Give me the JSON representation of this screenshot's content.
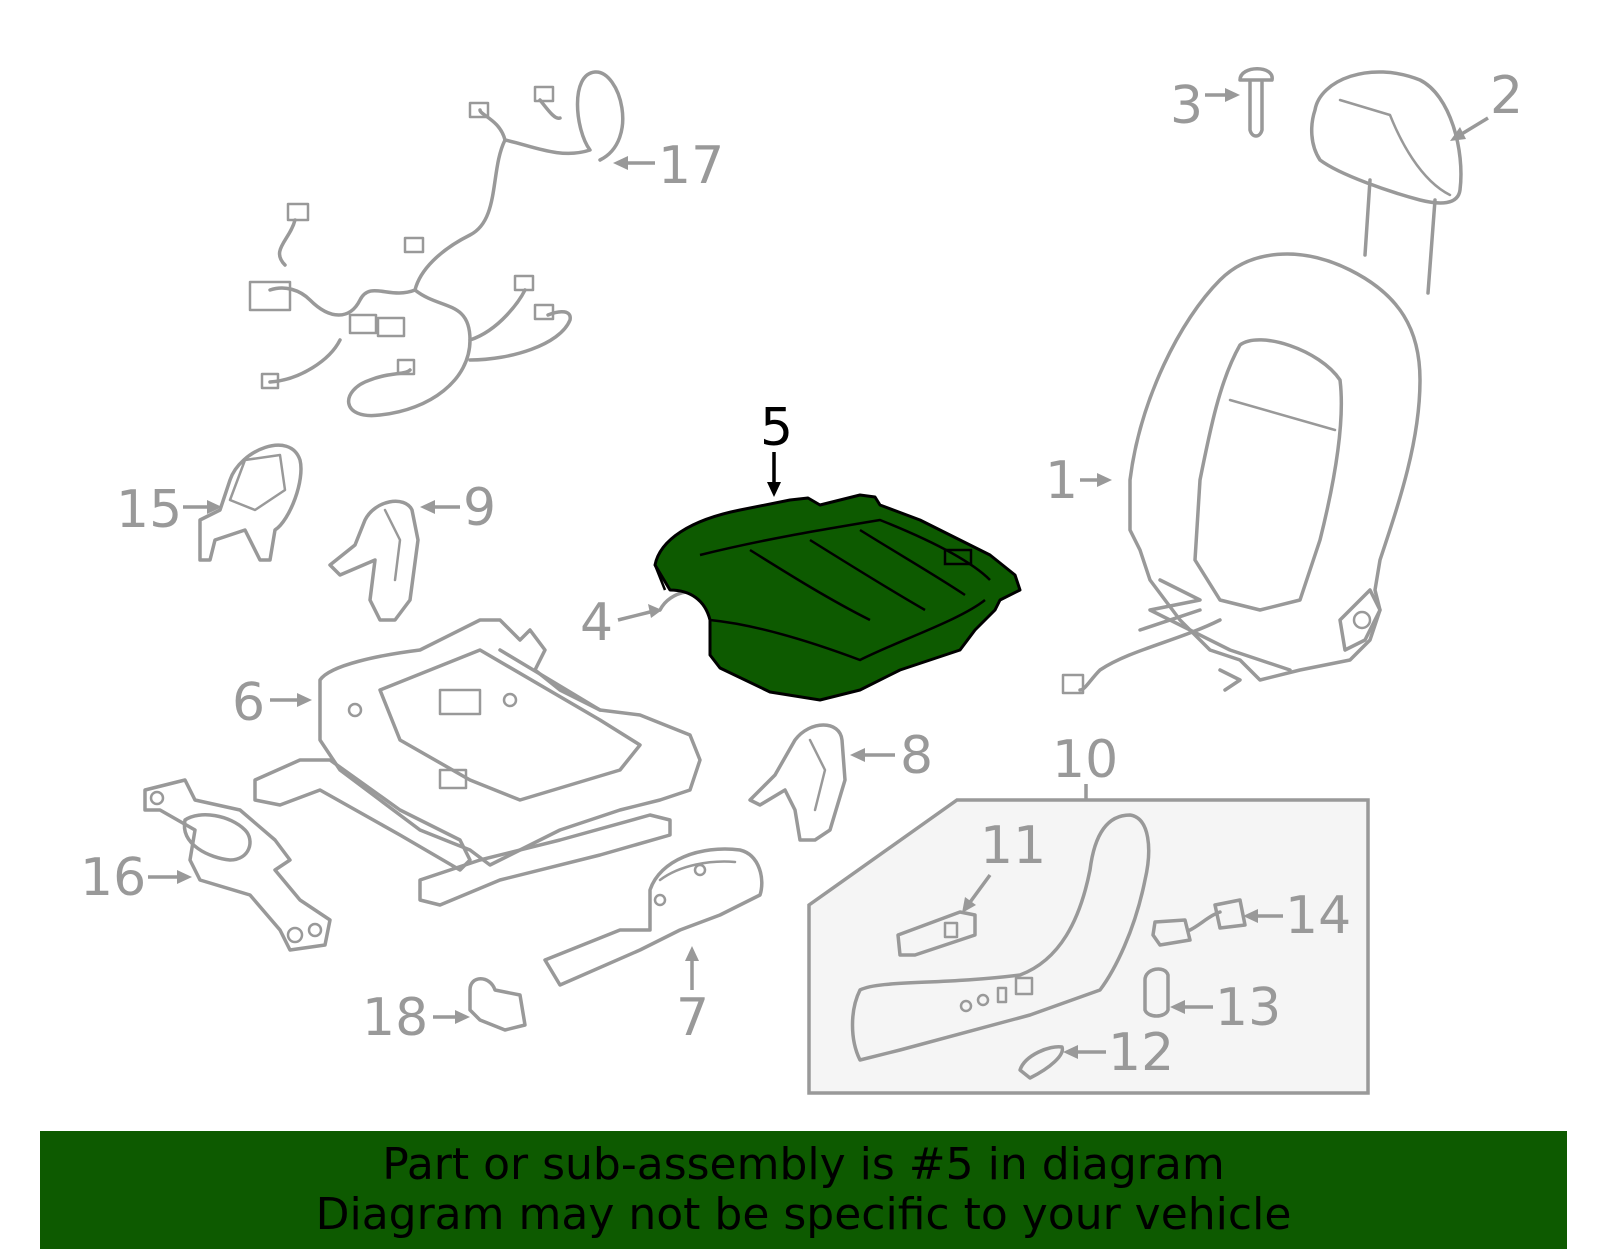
{
  "colors": {
    "highlight_fill": "#0d5a00",
    "part_stroke": "#999999",
    "highlight_stroke": "#000000",
    "banner_bg": "#0d5a00",
    "box_fill": "#f5f5f5"
  },
  "diagram": {
    "highlighted_part": "5",
    "callouts": [
      {
        "id": "1",
        "label": "1"
      },
      {
        "id": "2",
        "label": "2"
      },
      {
        "id": "3",
        "label": "3"
      },
      {
        "id": "4",
        "label": "4"
      },
      {
        "id": "5",
        "label": "5"
      },
      {
        "id": "6",
        "label": "6"
      },
      {
        "id": "7",
        "label": "7"
      },
      {
        "id": "8",
        "label": "8"
      },
      {
        "id": "9",
        "label": "9"
      },
      {
        "id": "10",
        "label": "10"
      },
      {
        "id": "11",
        "label": "11"
      },
      {
        "id": "12",
        "label": "12"
      },
      {
        "id": "13",
        "label": "13"
      },
      {
        "id": "14",
        "label": "14"
      },
      {
        "id": "15",
        "label": "15"
      },
      {
        "id": "16",
        "label": "16"
      },
      {
        "id": "17",
        "label": "17"
      },
      {
        "id": "18",
        "label": "18"
      }
    ]
  },
  "banner": {
    "line1": "Part or sub-assembly is #5 in diagram",
    "line2": "Diagram may not be specific to your vehicle"
  }
}
